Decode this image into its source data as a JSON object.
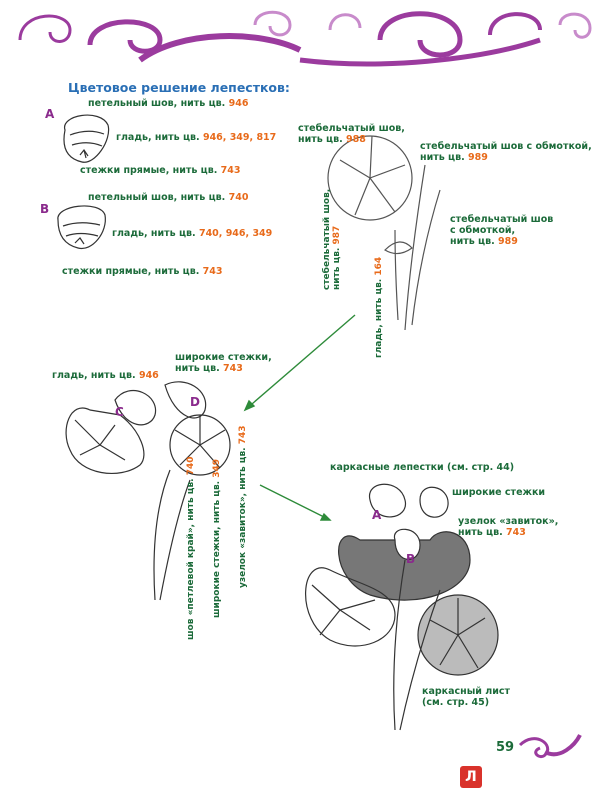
{
  "heading": "Цветовое решение лепестков:",
  "petal_a": {
    "letter": "A",
    "loop_stitch": "петельный шов, нить цв.",
    "loop_stitch_num": "946",
    "satin": "гладь, нить цв.",
    "satin_num": "946, 349, 817",
    "straight": "стежки прямые, нить цв.",
    "straight_num": "743"
  },
  "petal_b": {
    "letter": "B",
    "loop_stitch": "петельный шов, нить цв.",
    "loop_stitch_num": "740",
    "satin": "гладь, нить цв.",
    "satin_num": "740, 946, 349",
    "straight": "стежки прямые, нить цв.",
    "straight_num": "743"
  },
  "stem_group": {
    "stem_988_a": "стебельчатый шов,",
    "stem_988_b": "нить цв.",
    "stem_988_num": "988",
    "overcast_top_a": "стебельчатый шов с обмоткой,",
    "overcast_top_b": "нить цв.",
    "overcast_top_num": "989",
    "overcast_right_a": "стебельчатый шов",
    "overcast_right_b": "с обмоткой,",
    "overcast_right_c": "нить цв.",
    "overcast_right_num": "989",
    "vert_987_a": "стебельчатый шов,",
    "vert_987_b": "нить цв.",
    "vert_987_num": "987",
    "vert_164": "гладь, нить цв.",
    "vert_164_num": "164"
  },
  "middle_group": {
    "wide_a": "широкие стежки,",
    "wide_b": "нить цв.",
    "wide_num": "743",
    "satin": "гладь, нить цв.",
    "satin_num": "946",
    "letter_c": "C",
    "letter_d": "D",
    "vert_loop_a": "шов «петлевой край», нить цв.",
    "vert_loop_num": "740",
    "vert_wide_a": "широкие стежки, нить цв.",
    "vert_wide_num": "349",
    "vert_knot_a": "узелок «завиток», нить цв.",
    "vert_knot_num": "743"
  },
  "bottom_group": {
    "frame_petals": "каркасные лепестки (см. стр. 44)",
    "wide": "широкие стежки",
    "knot_a": "узелок «завиток»,",
    "knot_b": "нить цв.",
    "knot_num": "743",
    "frame_leaf_a": "каркасный лист",
    "frame_leaf_b": "(см. стр. 45)",
    "letter_a": "A",
    "letter_b": "B"
  },
  "page_number": "59",
  "logo_letter": "Л",
  "colors": {
    "purple": "#8a2a8c",
    "green": "#1c6b3a",
    "orange": "#e86a1a",
    "blue": "#2a6fb5"
  }
}
